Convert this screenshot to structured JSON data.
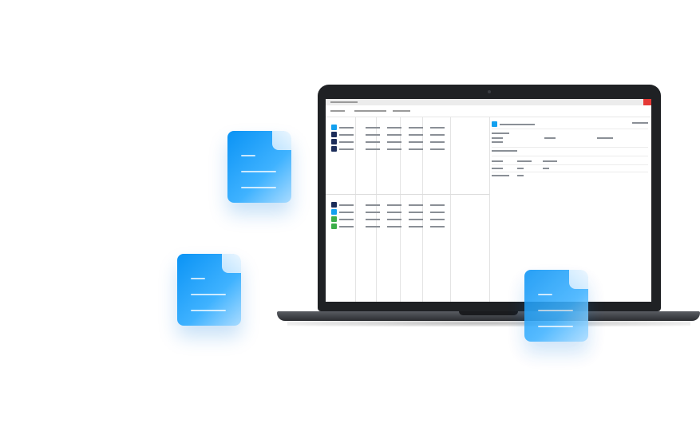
{
  "colors": {
    "accent_blue": "#12a0ef",
    "navy": "#1c2d5a",
    "green": "#3cae4a",
    "close": "#e53935",
    "doc_gradient_start": "#0a93f5",
    "doc_gradient_end": "#a9dbff"
  },
  "icons": {
    "document": "document-icon",
    "close": "close-icon"
  },
  "top_rows": [
    "accent_blue",
    "navy",
    "navy",
    "navy"
  ],
  "bottom_rows": [
    "navy",
    "accent_blue",
    "green",
    "green"
  ]
}
